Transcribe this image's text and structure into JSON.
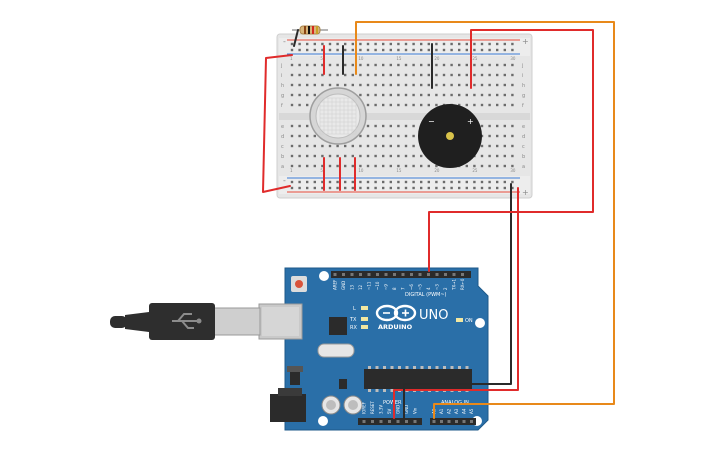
{
  "board": {
    "brand": "ARDUINO",
    "model": "UNO",
    "digital_header": "DIGITAL (PWM~)",
    "power_header": "POWER",
    "analog_header": "ANALOG IN",
    "led_l": "L",
    "led_tx": "TX",
    "led_rx": "RX",
    "led_on": "ON",
    "digital_pins": [
      "AREF",
      "GND",
      "13",
      "12",
      "~11",
      "~10",
      "~9",
      "8",
      "7",
      "~6",
      "~5",
      "4",
      "~3",
      "2",
      "TX→1",
      "RX←0"
    ],
    "power_pins": [
      "IOREF",
      "RESET",
      "3.3V",
      "5V",
      "GND",
      "GND",
      "Vin"
    ],
    "analog_pins": [
      "A0",
      "A1",
      "A2",
      "A3",
      "A4",
      "A5"
    ]
  },
  "breadboard": {
    "rail_plus": "+",
    "rail_minus": "-",
    "row_letters_top": [
      "j",
      "i",
      "h",
      "g",
      "f"
    ],
    "row_letters_bottom": [
      "e",
      "d",
      "c",
      "b",
      "a"
    ],
    "column_numbers": [
      "1",
      "5",
      "10",
      "15",
      "20",
      "25",
      "30"
    ]
  },
  "components": {
    "buzzer_plus": "+",
    "buzzer_minus": "−"
  },
  "colors": {
    "wire_red": "#e02b2b",
    "wire_black": "#2a2a2a",
    "wire_orange": "#e8891a",
    "board_blue": "#2a6fa8",
    "breadboard": "#e9e9e9"
  }
}
